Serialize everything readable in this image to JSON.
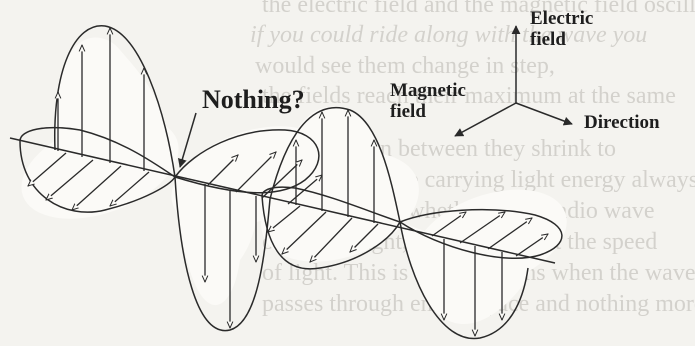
{
  "figure": {
    "labels": {
      "nothing": "Nothing?",
      "electric_line1": "Electric",
      "electric_line2": "field",
      "magnetic_line1": "Magnetic",
      "magnetic_line2": "field",
      "direction": "Direction"
    }
  },
  "background_text": {
    "lines": [
      "the electric field and the magnetic field oscillate",
      "if you could ride along with the wave you",
      "would see them change in step,",
      "the fields reach their maximum at the same",
      "points, and in between they shrink to",
      "nothing. A wave carrying light energy always",
      "has this shape, whether it is a radio wave",
      "or visible light, and it travels at the speed",
      "of light. This is what happens when the wave",
      "passes through empty space and nothing more"
    ]
  }
}
